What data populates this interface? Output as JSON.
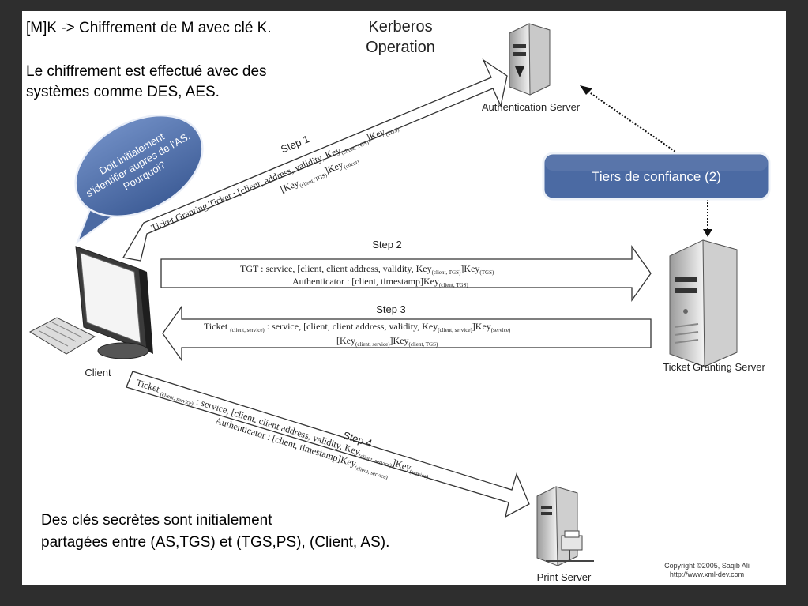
{
  "notes": {
    "line1": "[M]K -> Chiffrement de M avec clé K.",
    "line2a": "Le chiffrement est effectué avec des",
    "line2b": "systèmes comme DES, AES.",
    "bottom_a": "Des clés secrètes sont initialement",
    "bottom_b": "partagées entre (AS,TGS) et (TGS,PS), (Client, AS)."
  },
  "diagram": {
    "title_a": "Kerberos",
    "title_b": "Operation",
    "auth_server": "Authentication Server",
    "tgs_server": "Ticket Granting Server",
    "print_server": "Print Server",
    "client": "Client",
    "copyright_a": "Copyright ©2005, Saqib Ali",
    "copyright_b": "http://www.xml-dev.com",
    "step1": {
      "label": "Step 1",
      "l1a": "Ticket Granting Ticket : [client, address, validity, Key",
      "l1s": "(client, TGS)",
      "l1b": "]Key",
      "l1s2": "(TGS)",
      "l2a": "[Key",
      "l2s": "(client, TGS)",
      "l2b": "]Key",
      "l2s2": "(client)"
    },
    "step2": {
      "label": "Step 2",
      "l1a": "TGT : service, [client, client address, validity, Key",
      "l1s": "(client, TGS)",
      "l1b": "]Key",
      "l1s2": "(TGS)",
      "l2a": "Authenticator : [client, timestamp]Key",
      "l2s": "(client, TGS)"
    },
    "step3": {
      "label": "Step 3",
      "l1a": "Ticket ",
      "l1s0": "(client, service)",
      "l1b": " : service, [client, client address, validity, Key",
      "l1s": "(client, service)",
      "l1c": "]Key",
      "l1s2": "(service)",
      "l2a": "[Key",
      "l2s": "(client, service)",
      "l2b": "]Key",
      "l2s2": "(client, TGS)"
    },
    "step4": {
      "label": "Step 4",
      "l1a": "Ticket ",
      "l1s0": "(client, service)",
      "l1b": " : service, [client, client address, validity, Key",
      "l1s": "(client, service)",
      "l1c": "]Key",
      "l1s2": "(service)",
      "l2a": "Authenticator : [client, timestamp]Key",
      "l2s": "(client, service)"
    }
  },
  "callouts": {
    "bubble_a": "Doit initialement",
    "bubble_b": "s'identifier aupres de l'AS.",
    "bubble_c": "Pourquoi?",
    "trust": "Tiers de confiance (2)"
  },
  "colors": {
    "callout_fill": "#4b6aa3",
    "frame": "#2e2e2e"
  }
}
